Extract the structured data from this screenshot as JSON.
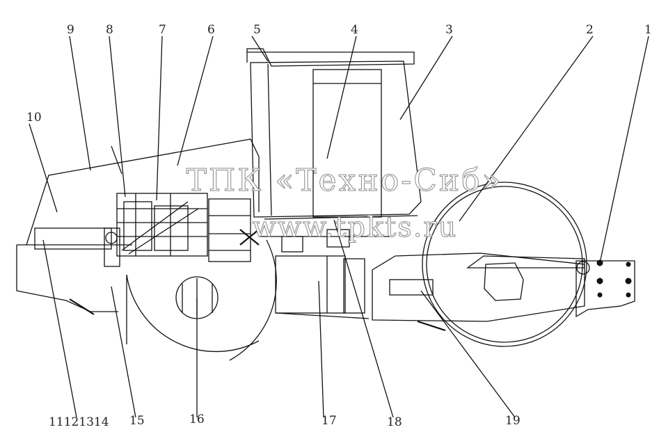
{
  "watermark": {
    "line1": "ТПК «Техно-Сиб»",
    "line2": "www.tpkts.ru"
  },
  "callouts": {
    "c1": "1",
    "c2": "2",
    "c3": "3",
    "c4": "4",
    "c5": "5",
    "c6": "6",
    "c7": "7",
    "c8": "8",
    "c9": "9",
    "c10": "10",
    "c11_14": "11121314",
    "c15": "15",
    "c16": "16",
    "c17": "17",
    "c18": "18",
    "c19": "19"
  }
}
